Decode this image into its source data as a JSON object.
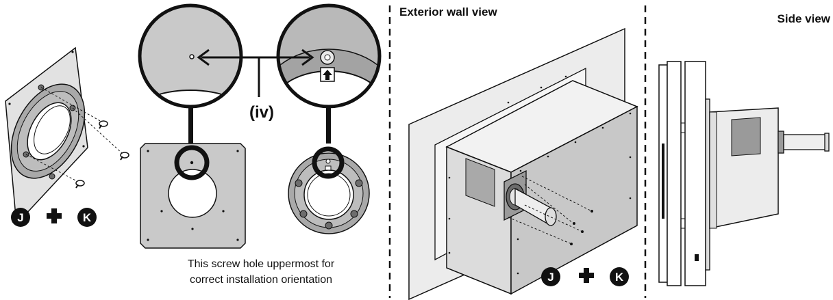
{
  "headers": {
    "exterior_wall_view": "Exterior wall view",
    "side_view": "Side view"
  },
  "callout_label": "(iv)",
  "caption": {
    "line1": "This screw hole uppermost for",
    "line2": "correct installation orientation"
  },
  "fastener_labels": {
    "left_first": "J",
    "left_second": "K",
    "center_first": "J",
    "center_second": "K"
  },
  "colors": {
    "line": "#111111",
    "plate_gray": "#c9c9c9",
    "ring_gray": "#a9a9a9",
    "dark_gray": "#7d7d7d",
    "wall_gray": "#e6e6e6",
    "box_light": "#f2f2f2",
    "box_mid": "#dcdcdc",
    "box_dark": "#c2c2c2"
  }
}
